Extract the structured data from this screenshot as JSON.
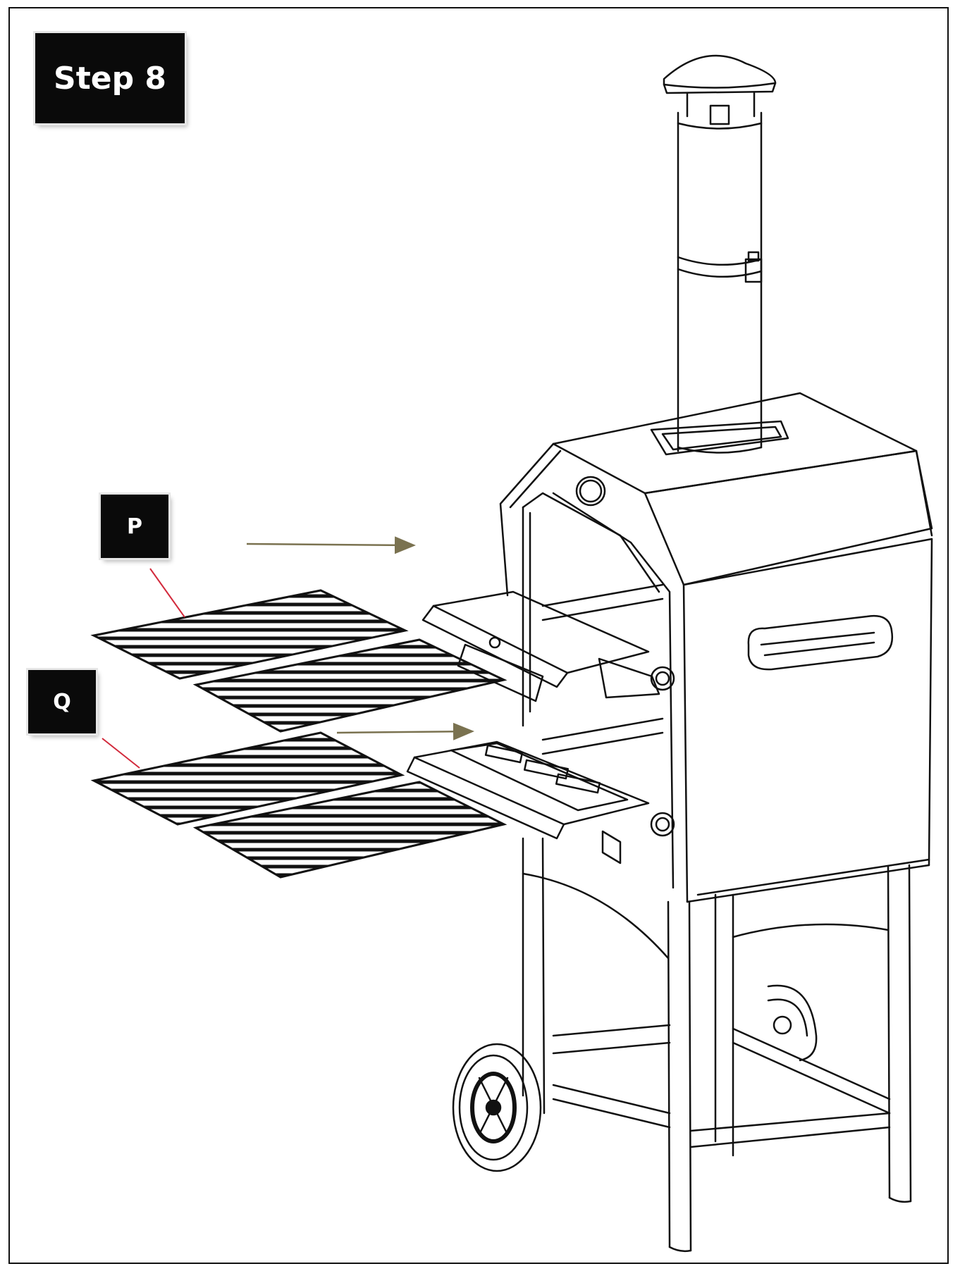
{
  "step": {
    "label": "Step 8"
  },
  "parts": [
    {
      "id": "P",
      "label": "P"
    },
    {
      "id": "Q",
      "label": "Q"
    }
  ],
  "colors": {
    "ink": "#111111",
    "leader": "#d22a3c",
    "arrow": "#7a7250",
    "box": "#0a0a0a"
  }
}
